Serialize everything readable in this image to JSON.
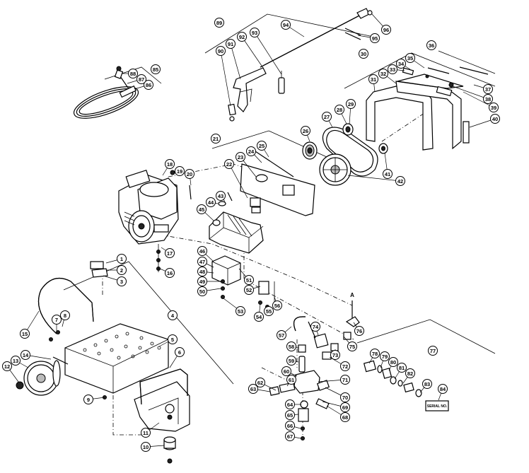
{
  "diagram": {
    "callouts": [
      "1",
      "2",
      "3",
      "4",
      "5",
      "6",
      "7",
      "8",
      "9",
      "10",
      "11",
      "12",
      "13",
      "14",
      "15",
      "16",
      "17",
      "18",
      "19",
      "20",
      "21",
      "22",
      "23",
      "24",
      "25",
      "26",
      "27",
      "28",
      "29",
      "30",
      "31",
      "32",
      "33",
      "34",
      "35",
      "36",
      "37",
      "38",
      "39",
      "40",
      "41",
      "42",
      "43",
      "44",
      "45",
      "46",
      "47",
      "48",
      "49",
      "50",
      "51",
      "52",
      "53",
      "54",
      "55",
      "56",
      "57",
      "58",
      "59",
      "60",
      "61",
      "62",
      "63",
      "64",
      "65",
      "66",
      "67",
      "68",
      "69",
      "70",
      "71",
      "72",
      "73",
      "74",
      "75",
      "76",
      "77",
      "78",
      "79",
      "80",
      "81",
      "82",
      "83",
      "84",
      "85",
      "86",
      "87",
      "88",
      "89",
      "90",
      "91",
      "92",
      "93",
      "94",
      "95",
      "96"
    ],
    "marker_a": "A",
    "label_tag_text": "SERIAL NO."
  }
}
